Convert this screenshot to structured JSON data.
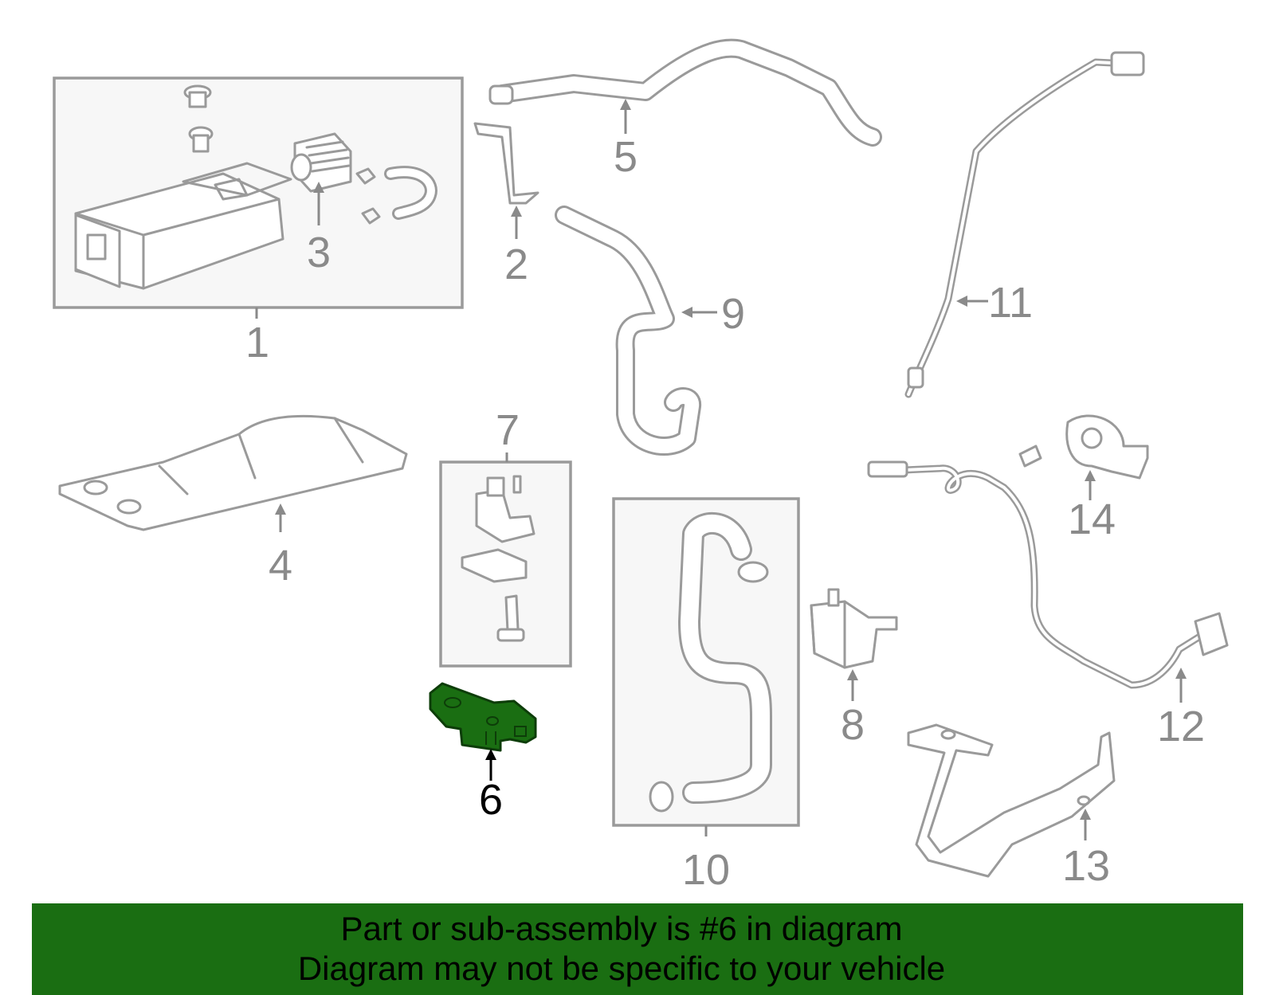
{
  "callouts": {
    "c1": "1",
    "c2": "2",
    "c3": "3",
    "c4": "4",
    "c5": "5",
    "c6": "6",
    "c7": "7",
    "c8": "8",
    "c9": "9",
    "c10": "10",
    "c11": "11",
    "c12": "12",
    "c13": "13",
    "c14": "14"
  },
  "highlighted_part": "6",
  "banner": {
    "line1": "Part or sub-assembly is #6 in diagram",
    "line2": "Diagram may not be specific to your vehicle"
  },
  "colors": {
    "highlight": "#1a6e12",
    "outline": "#9a9a9a",
    "box_fill": "#f7f7f7"
  }
}
